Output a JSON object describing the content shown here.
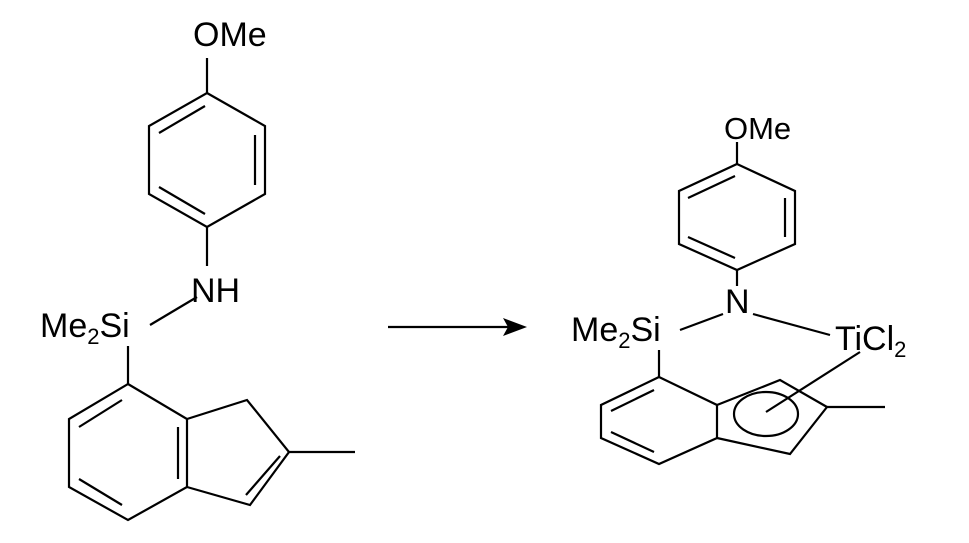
{
  "scheme": {
    "reactant": {
      "methoxy_label": "OMe",
      "amine_label": "NH",
      "silyl": {
        "prefix": "Me",
        "subscript": "2",
        "suffix": "Si"
      }
    },
    "arrow": {
      "icon": "reaction-arrow-icon",
      "color": "#000000"
    },
    "product": {
      "methoxy_label": "OMe",
      "nitrogen_label": "N",
      "silyl": {
        "prefix": "Me",
        "subscript": "2",
        "suffix": "Si"
      },
      "metal": {
        "prefix": "TiCl",
        "subscript": "2"
      }
    }
  }
}
